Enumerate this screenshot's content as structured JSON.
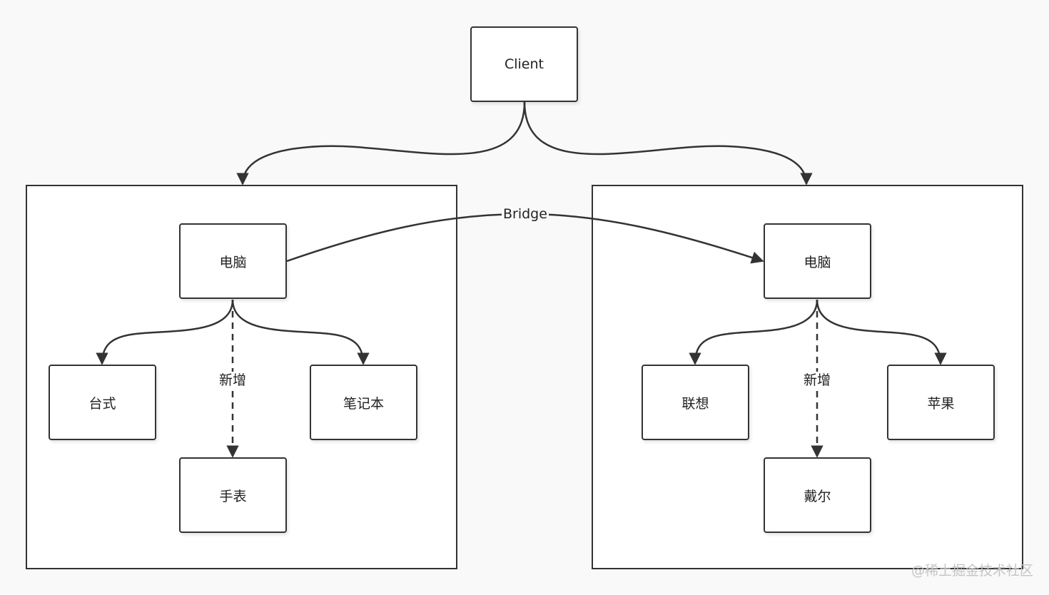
{
  "client": {
    "label": "Client"
  },
  "bridge": {
    "label": "Bridge"
  },
  "left_group": {
    "root": "电脑",
    "children": [
      "台式",
      "笔记本"
    ],
    "new_label": "新增",
    "new_child": "手表"
  },
  "right_group": {
    "root": "电脑",
    "children": [
      "联想",
      "苹果"
    ],
    "new_label": "新增",
    "new_child": "戴尔"
  },
  "watermark": "@稀土掘金技术社区",
  "colors": {
    "stroke": "#333333",
    "background": "#f9f9f9",
    "node_fill": "#ffffff"
  }
}
